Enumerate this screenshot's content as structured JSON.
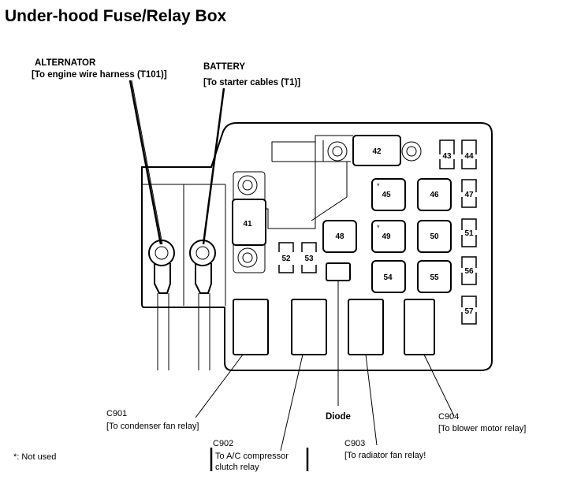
{
  "title": "Under-hood Fuse/Relay Box",
  "alternator": {
    "name": "ALTERNATOR",
    "desc": "[To engine wire harness (T101)]"
  },
  "battery": {
    "name": "BATTERY",
    "desc": "[To starter cables (T1)]"
  },
  "fuses": {
    "f41": "41",
    "f42": "42",
    "f43": "43",
    "f44": "44",
    "f45": "45",
    "f46": "46",
    "f47": "47",
    "f48": "48",
    "f49": "49",
    "f50": "50",
    "f51": "51",
    "f52": "52",
    "f53": "53",
    "f54": "54",
    "f55": "55",
    "f56": "56",
    "f57": "57"
  },
  "not_used_mark": "*",
  "connectors": {
    "c901": {
      "id": "C901",
      "desc": "[To condenser fan relay]"
    },
    "c902": {
      "id": "C902",
      "desc1": "To A/C compressor",
      "desc2": "clutch relay"
    },
    "c903": {
      "id": "C903",
      "desc": "[To radiator fan relay!"
    },
    "c904": {
      "id": "C904",
      "desc": "[To blower motor relay]"
    }
  },
  "diode": "Diode",
  "legend": "*: Not used"
}
